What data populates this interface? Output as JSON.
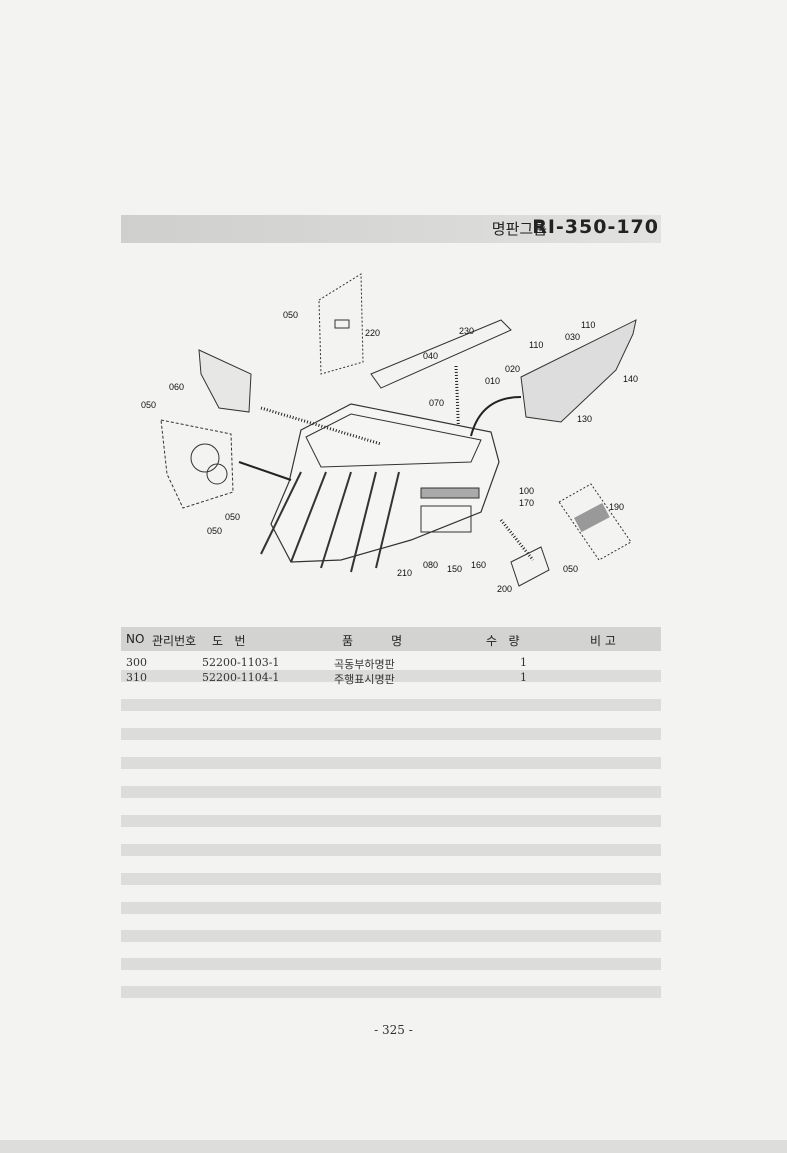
{
  "header": {
    "group_label": "명판그룹",
    "code": "RI-350-170"
  },
  "diagram": {
    "callouts": [
      "050",
      "220",
      "230",
      "040",
      "110",
      "030",
      "110",
      "020",
      "010",
      "140",
      "130",
      "060",
      "050",
      "070",
      "100",
      "170",
      "190",
      "050",
      "050",
      "210",
      "080",
      "150",
      "160",
      "050",
      "200"
    ]
  },
  "table": {
    "headers": {
      "no": "NO",
      "mgmt": "관리번호",
      "drawing": "도   번",
      "part_name": "품          명",
      "qty": "수   량",
      "remarks": "비 고"
    },
    "rows": [
      {
        "no": "300",
        "drawing": "52200-1103-1",
        "name": "곡동부하명판",
        "qty": "1"
      },
      {
        "no": "310",
        "drawing": "52200-1104-1",
        "name": "주행표시명판",
        "qty": "1"
      }
    ]
  },
  "footer": {
    "page": "- 325 -"
  }
}
